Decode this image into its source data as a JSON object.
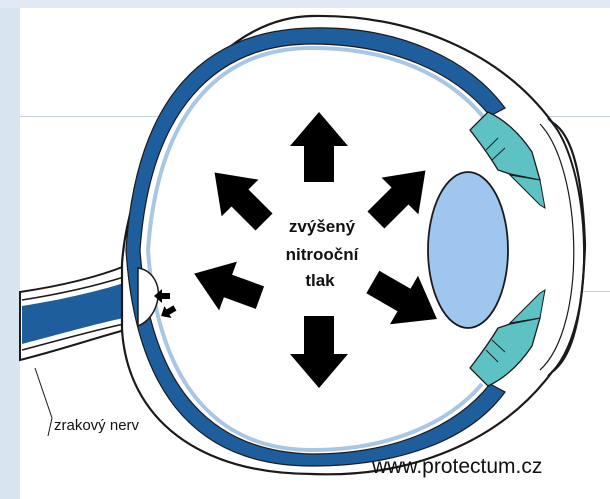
{
  "labels": {
    "pressure_line1": "zvýšený",
    "pressure_line2": "nitrooční",
    "pressure_line3": "tlak",
    "optic_nerve": "zrakový nerv",
    "credit": "www.protectum.cz"
  },
  "colors": {
    "sclera_blue": "#1f5e9c",
    "sclera_light": "#a9c6e3",
    "ciliary": "#5ec1c4",
    "lens": "#9ec6ee",
    "arrow": "#000000",
    "outline": "#1a1a1a"
  },
  "icons": [
    "arrow-up-icon",
    "arrow-down-icon",
    "arrow-up-left-icon",
    "arrow-up-right-icon",
    "arrow-left-icon",
    "arrow-down-right-icon",
    "nerve-arrow-icon"
  ]
}
